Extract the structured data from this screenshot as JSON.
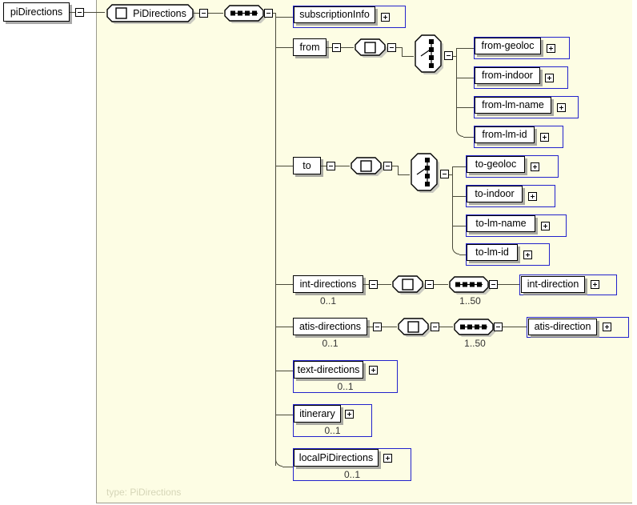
{
  "diagram": {
    "title": "piDirections",
    "type_label": "type: PiDirections",
    "root_element": "piDirections",
    "root_type_node": "PiDirections",
    "colors": {
      "panel_background": "#fdfde4",
      "outer_frame": "#2222cc",
      "node_border": "#000000",
      "connector": "#4a4a3a",
      "type_label": "#d6d6b8",
      "shadow": "#8c8c8c"
    },
    "icons": {
      "expand": "+",
      "collapse": "-",
      "element": "element-icon",
      "sequence": "sequence-icon",
      "choice": "choice-icon",
      "all": "all-icon"
    }
  },
  "nodes": {
    "subscription_info": {
      "label": "subscriptionInfo",
      "occurs": ""
    },
    "from": {
      "label": "from",
      "occurs": ""
    },
    "from_children": [
      {
        "label": "from-geoloc"
      },
      {
        "label": "from-indoor"
      },
      {
        "label": "from-lm-name"
      },
      {
        "label": "from-lm-id"
      }
    ],
    "to": {
      "label": "to",
      "occurs": ""
    },
    "to_children": [
      {
        "label": "to-geoloc"
      },
      {
        "label": "to-indoor"
      },
      {
        "label": "to-lm-name"
      },
      {
        "label": "to-lm-id"
      }
    ],
    "int_directions": {
      "label": "int-directions",
      "occurs": "0..1"
    },
    "int_directions_seq_occurs": "1..50",
    "int_direction": {
      "label": "int-direction"
    },
    "atis_directions": {
      "label": "atis-directions",
      "occurs": "0..1"
    },
    "atis_directions_seq_occurs": "1..50",
    "atis_direction": {
      "label": "atis-direction"
    },
    "text_directions": {
      "label": "text-directions",
      "occurs": "0..1"
    },
    "itinerary": {
      "label": "itinerary",
      "occurs": "0..1"
    },
    "local_pi_directions": {
      "label": "localPiDirections",
      "occurs": "0..1"
    }
  }
}
